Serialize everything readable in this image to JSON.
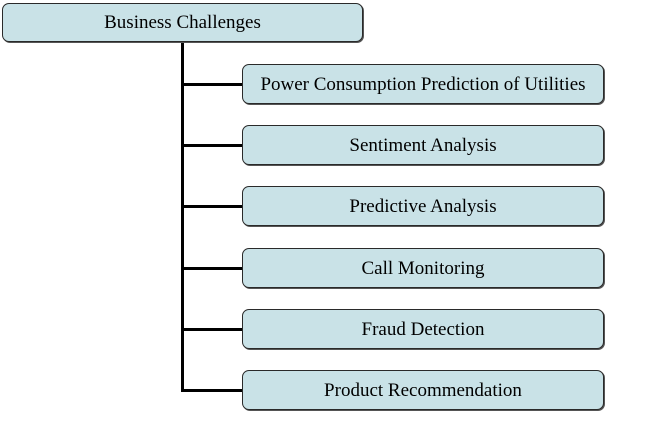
{
  "root": {
    "label": "Business Challenges"
  },
  "children": [
    {
      "label": "Power Consumption Prediction of Utilities"
    },
    {
      "label": "Sentiment Analysis"
    },
    {
      "label": "Predictive Analysis"
    },
    {
      "label": "Call Monitoring"
    },
    {
      "label": "Fraud Detection"
    },
    {
      "label": "Product Recommendation"
    }
  ],
  "colors": {
    "box_fill": "#c9e2e7",
    "box_border": "#2a2a2a",
    "connector": "#000000"
  }
}
